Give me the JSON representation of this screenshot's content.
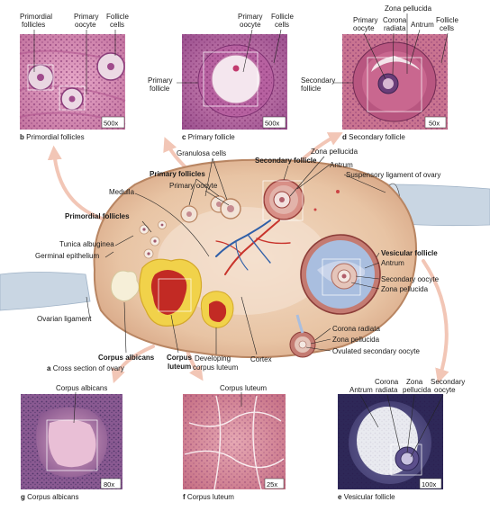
{
  "panels": {
    "b": {
      "letter": "b",
      "caption": "Primordial follicles",
      "magnification": "500x",
      "labels": {
        "primordial_follicles": [
          "Primordial",
          "follicles"
        ],
        "primary_oocyte": [
          "Primary",
          "oocyte"
        ],
        "follicle_cells": [
          "Follicle",
          "cells"
        ]
      }
    },
    "c": {
      "letter": "c",
      "caption": "Primary follicle",
      "magnification": "500x",
      "labels": {
        "primary_oocyte": [
          "Primary",
          "oocyte"
        ],
        "follicle_cells": [
          "Follicle",
          "cells"
        ],
        "primary_follicle": [
          "Primary",
          "follicle"
        ]
      }
    },
    "d": {
      "letter": "d",
      "caption": "Secondary follicle",
      "magnification": "50x",
      "labels": {
        "zona_pellucida": "Zona pellucida",
        "primary_oocyte": [
          "Primary",
          "oocyte"
        ],
        "corona_radiata": [
          "Corona",
          "radiata"
        ],
        "antrum": "Antrum",
        "follicle_cells": [
          "Follicle",
          "cells"
        ],
        "secondary_follicle": [
          "Secondary",
          "follicle"
        ]
      }
    },
    "a": {
      "letter": "a",
      "caption": "Cross section of ovary",
      "labels": {
        "granulosa_cells": "Granulosa cells",
        "primary_follicles": "Primary follicles",
        "primary_oocyte": "Primary oocyte",
        "secondary_follicle": "Secondary follicle",
        "zona_pellucida": "Zona pellucida",
        "antrum": "Antrum",
        "suspensory_ligament": "Suspensory ligament of ovary",
        "medulla": "Medulla",
        "primordial_follicles": "Primordial follicles",
        "tunica_albuginea": "Tunica albuginea",
        "germinal_epithelium": "Germinal epithelium",
        "vesicular_follicle": "Vesicular follicle",
        "antrum_2": "Antrum",
        "secondary_oocyte": "Secondary oocyte",
        "zona_pellucida_2": "Zona pellucida",
        "ovarian_ligament": "Ovarian ligament",
        "corona_radiata": "Corona radiata",
        "zona_pellucida_3": "Zona pellucida",
        "ovulated_secondary_oocyte": "Ovulated secondary oocyte",
        "corpus_albicans": "Corpus albicans",
        "corpus_luteum": [
          "Corpus",
          "luteum"
        ],
        "developing_corpus_luteum": [
          "Developing",
          "corpus luteum"
        ],
        "cortex": "Cortex"
      }
    },
    "g": {
      "letter": "g",
      "caption": "Corpus albicans",
      "magnification": "80x",
      "labels": {
        "corpus_albicans": "Corpus albicans"
      }
    },
    "f": {
      "letter": "f",
      "caption": "Corpus luteum",
      "magnification": "25x",
      "labels": {
        "corpus_luteum": "Corpus luteum"
      }
    },
    "e": {
      "letter": "e",
      "caption": "Vesicular follicle",
      "magnification": "100x",
      "labels": {
        "antrum": "Antrum",
        "corona_radiata": [
          "Corona",
          "radiata"
        ],
        "zona_pellucida": [
          "Zona",
          "pellucida"
        ],
        "secondary_oocyte": [
          "Secondary",
          "oocyte"
        ]
      }
    }
  },
  "colors": {
    "he_pink": "#d98fb4",
    "he_purple": "#9a4f8e",
    "ovary_tan": "#e9c9ad",
    "ovary_edge": "#c89774",
    "corpus_yellow": "#f1d24a",
    "corpus_red": "#c22a24",
    "vessel_red": "#c8342c",
    "vessel_blue": "#2f5fa8",
    "ligament": "#c9d6e3",
    "arrow_pink": "#f2c6b6",
    "antrum_blue": "#a9bedf"
  }
}
